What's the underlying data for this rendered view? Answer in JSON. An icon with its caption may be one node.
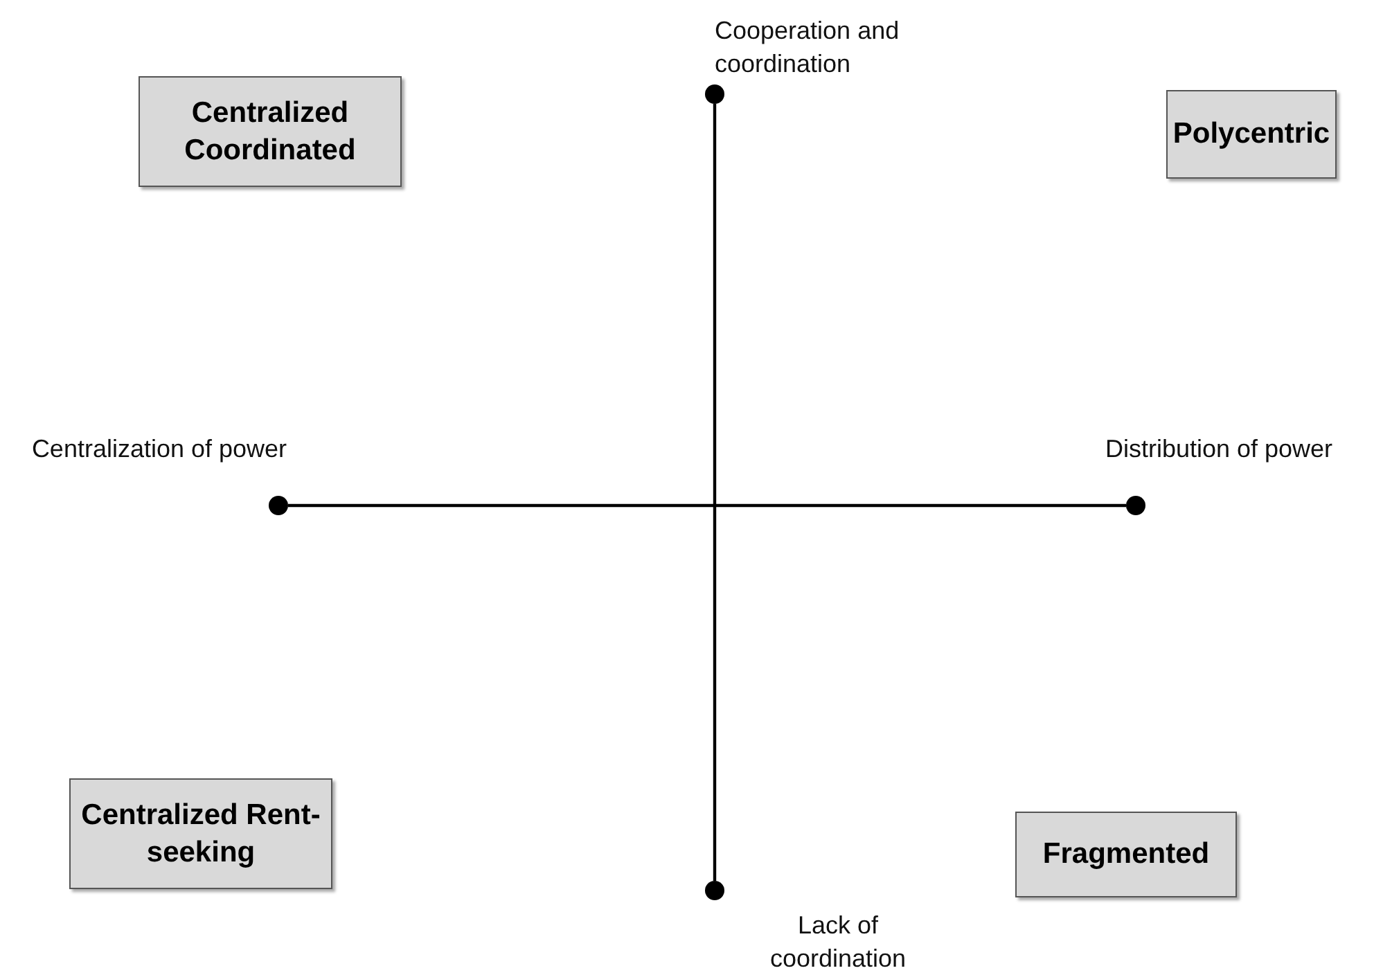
{
  "diagram": {
    "nodes": [
      {
        "text": [
          "Centralized Coordinated"
        ]
      },
      {
        "text": [
          "Polycentric"
        ]
      },
      {
        "text": [],
        "shape": "circle",
        "beside": [
          "Cooperation and coordination"
        ]
      },
      {
        "text": [],
        "shape": "circle",
        "beside": [
          "Centralization of power"
        ]
      },
      {
        "text": [],
        "shape": "circle",
        "beside": [
          "Distribution of power"
        ]
      },
      {
        "text": [
          "Centralized Rent-seeking"
        ]
      },
      {
        "text": [
          "Fragmented"
        ]
      },
      {
        "text": [],
        "shape": "circle",
        "beside": [
          "Lack of coordination"
        ]
      }
    ],
    "edges": [
      {
        "from": 2,
        "to": 7,
        "arrow": "none"
      },
      {
        "from": 3,
        "to": 4,
        "arrow": "none"
      }
    ]
  }
}
